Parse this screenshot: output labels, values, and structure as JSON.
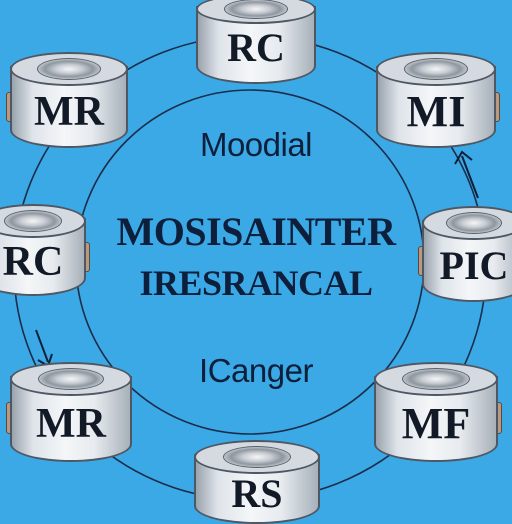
{
  "center": {
    "top_text": "Moodial",
    "main_line1": "MOSISAINTER",
    "main_line2": "IRESRANCAL",
    "bottom_text": "ICanger"
  },
  "nodes": [
    {
      "id": "top",
      "label": "RC"
    },
    {
      "id": "upper-left",
      "label": "MR"
    },
    {
      "id": "upper-right",
      "label": "MI"
    },
    {
      "id": "left",
      "label": "RC"
    },
    {
      "id": "right",
      "label": "PIC"
    },
    {
      "id": "lower-left",
      "label": "MR"
    },
    {
      "id": "lower-right",
      "label": "MF"
    },
    {
      "id": "bottom",
      "label": "RS"
    }
  ],
  "colors": {
    "background": "#3ba9e6",
    "line": "#0d1f3a",
    "drum_edge": "#4e5864"
  }
}
